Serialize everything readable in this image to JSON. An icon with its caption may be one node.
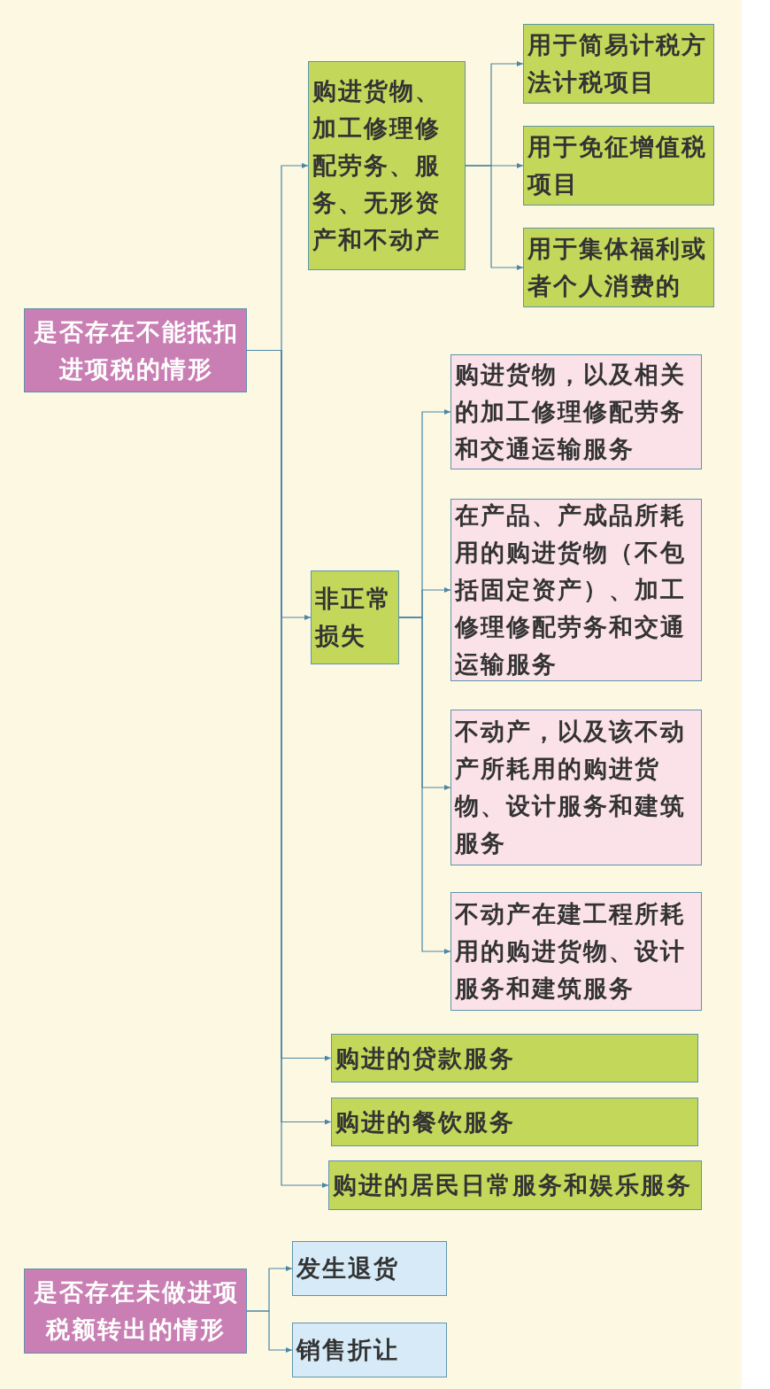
{
  "diagram": {
    "nodes": [
      {
        "text": [
          "是否存在不能抵扣进项税的情形"
        ]
      },
      {
        "text": [
          "购进货物、加工修理修配劳务、服务、无形资产和不动产"
        ]
      },
      {
        "text": [
          "用于简易计税方法计税项目"
        ]
      },
      {
        "text": [
          "用于免征增值税项目"
        ]
      },
      {
        "text": [
          "用于集体福利或者个人消费的"
        ]
      },
      {
        "text": [
          "非正常损失"
        ]
      },
      {
        "text": [
          "购进货物，以及相关的加工修理修配劳务和交通运输服务"
        ]
      },
      {
        "text": [
          "在产品、产成品所耗用的购进货物（不包括固定资产）、加工修理修配劳务和交通运输服务"
        ]
      },
      {
        "text": [
          "不动产，以及该不动产所耗用的购进货物、设计服务和建筑服务"
        ]
      },
      {
        "text": [
          "不动产在建工程所耗用的购进货物、设计服务和建筑服务"
        ]
      },
      {
        "text": [
          "购进的贷款服务"
        ]
      },
      {
        "text": [
          "购进的餐饮服务"
        ]
      },
      {
        "text": [
          "购进的居民日常服务和娱乐服务"
        ]
      },
      {
        "text": [
          "是否存在未做进项税额转出的情形"
        ]
      },
      {
        "text": [
          "发生退货"
        ]
      },
      {
        "text": [
          "销售折让"
        ]
      }
    ],
    "edges": [
      {
        "from": 0,
        "to": 1,
        "arrow": "to"
      },
      {
        "from": 0,
        "to": 5,
        "arrow": "to"
      },
      {
        "from": 0,
        "to": 10,
        "arrow": "to"
      },
      {
        "from": 0,
        "to": 11,
        "arrow": "to"
      },
      {
        "from": 0,
        "to": 12,
        "arrow": "to"
      },
      {
        "from": 1,
        "to": 2,
        "arrow": "to"
      },
      {
        "from": 1,
        "to": 3,
        "arrow": "to"
      },
      {
        "from": 1,
        "to": 4,
        "arrow": "to"
      },
      {
        "from": 5,
        "to": 6,
        "arrow": "to"
      },
      {
        "from": 5,
        "to": 7,
        "arrow": "to"
      },
      {
        "from": 5,
        "to": 8,
        "arrow": "to"
      },
      {
        "from": 5,
        "to": 9,
        "arrow": "to"
      },
      {
        "from": 13,
        "to": 14,
        "arrow": "to"
      },
      {
        "from": 13,
        "to": 15,
        "arrow": "to"
      }
    ]
  }
}
